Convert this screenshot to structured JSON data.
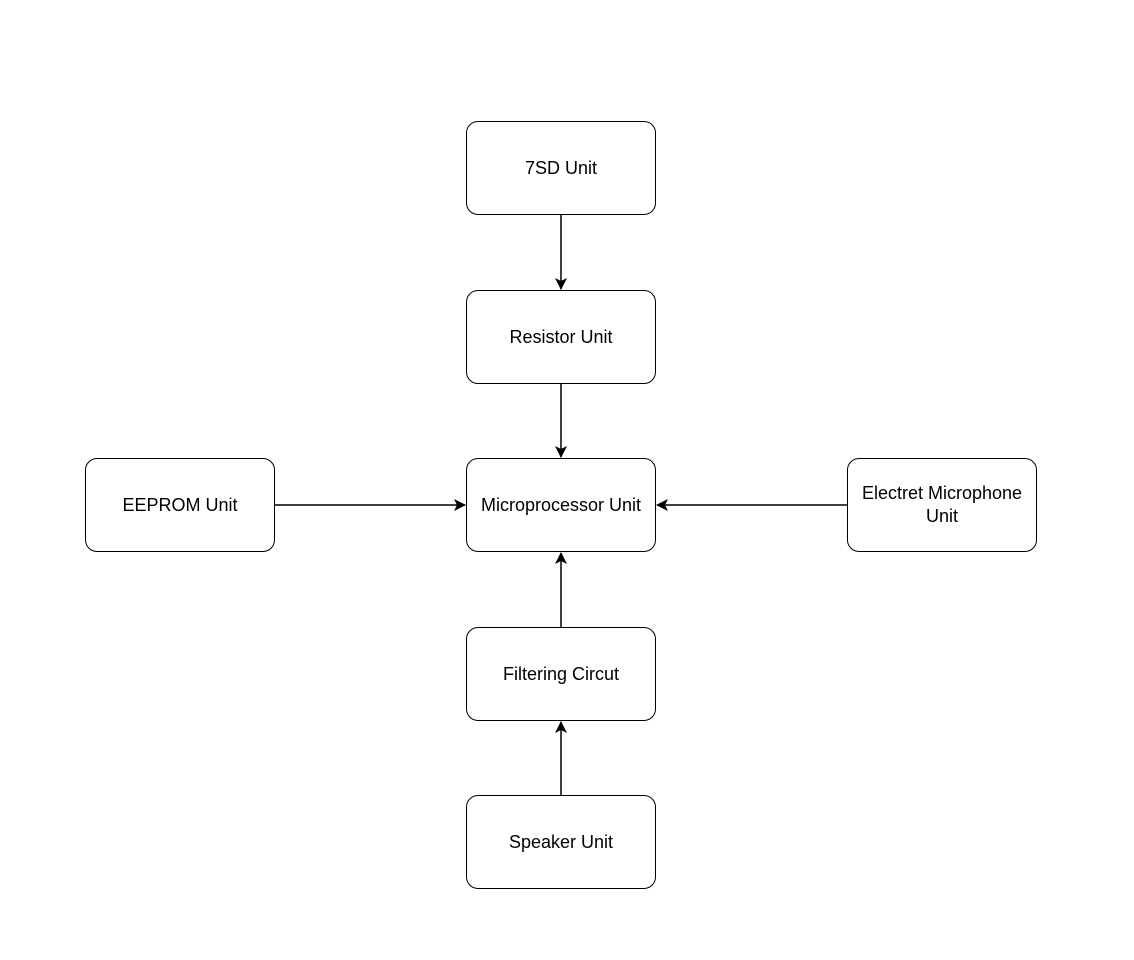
{
  "nodes": {
    "sevensd": "7SD Unit",
    "resistor": "Resistor Unit",
    "microprocessor": "Microprocessor Unit",
    "eeprom": "EEPROM Unit",
    "electret": "Electret Microphone Unit",
    "filtering": "Filtering Circut",
    "speaker": "Speaker Unit"
  },
  "edges": [
    {
      "from": "7SD Unit",
      "to": "Resistor Unit"
    },
    {
      "from": "Resistor Unit",
      "to": "Microprocessor Unit"
    },
    {
      "from": "EEPROM Unit",
      "to": "Microprocessor Unit"
    },
    {
      "from": "Electret Microphone Unit",
      "to": "Microprocessor Unit"
    },
    {
      "from": "Filtering Circut",
      "to": "Microprocessor Unit"
    },
    {
      "from": "Speaker Unit",
      "to": "Filtering Circut"
    }
  ]
}
